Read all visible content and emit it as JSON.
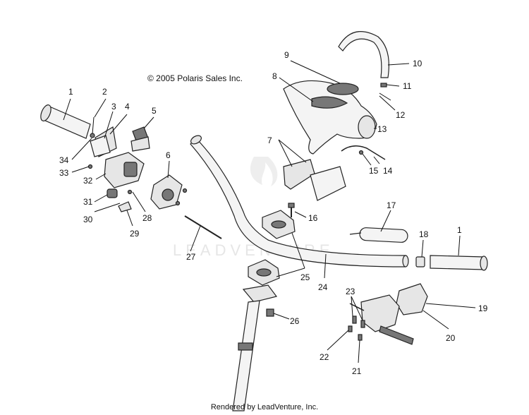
{
  "copyright": "© 2005 Polaris Sales Inc.",
  "footer": "Rendered by LeadVenture, Inc.",
  "watermark": "LEADVENTURE",
  "callouts": [
    "1",
    "2",
    "3",
    "4",
    "5",
    "6",
    "7",
    "8",
    "9",
    "10",
    "11",
    "12",
    "13",
    "14",
    "15",
    "16",
    "17",
    "18",
    "1",
    "19",
    "20",
    "21",
    "22",
    "23",
    "24",
    "25",
    "26",
    "27",
    "28",
    "29",
    "30",
    "31",
    "32",
    "33",
    "34"
  ]
}
